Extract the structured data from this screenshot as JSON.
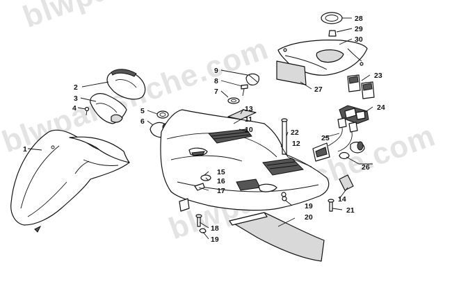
{
  "watermark": "blwpartsfiche.com",
  "colors": {
    "line": "#111111",
    "part_fill": "#ffffff",
    "shade": "#d9d9d9",
    "pad": "#c8c8c8",
    "watermark": "#9a9a9a"
  },
  "callouts": [
    {
      "id": "c1",
      "label": "1"
    },
    {
      "id": "c2",
      "label": "2"
    },
    {
      "id": "c3",
      "label": "3"
    },
    {
      "id": "c4",
      "label": "4"
    },
    {
      "id": "c5",
      "label": "5"
    },
    {
      "id": "c6",
      "label": "6"
    },
    {
      "id": "c7",
      "label": "7"
    },
    {
      "id": "c8",
      "label": "8"
    },
    {
      "id": "c9",
      "label": "9"
    },
    {
      "id": "c10",
      "label": "10"
    },
    {
      "id": "c11",
      "label": "11"
    },
    {
      "id": "c12",
      "label": "12"
    },
    {
      "id": "c13",
      "label": "13"
    },
    {
      "id": "c14",
      "label": "14"
    },
    {
      "id": "c15",
      "label": "15"
    },
    {
      "id": "c16",
      "label": "16"
    },
    {
      "id": "c17",
      "label": "17"
    },
    {
      "id": "c18",
      "label": "18"
    },
    {
      "id": "c19a",
      "label": "19"
    },
    {
      "id": "c19b",
      "label": "19"
    },
    {
      "id": "c20",
      "label": "20"
    },
    {
      "id": "c21",
      "label": "21"
    },
    {
      "id": "c22",
      "label": "22"
    },
    {
      "id": "c23",
      "label": "23"
    },
    {
      "id": "c24",
      "label": "24"
    },
    {
      "id": "c25",
      "label": "25"
    },
    {
      "id": "c26",
      "label": "26"
    },
    {
      "id": "c27",
      "label": "27"
    },
    {
      "id": "c28",
      "label": "28"
    },
    {
      "id": "c29",
      "label": "29"
    },
    {
      "id": "c30",
      "label": "30"
    }
  ]
}
